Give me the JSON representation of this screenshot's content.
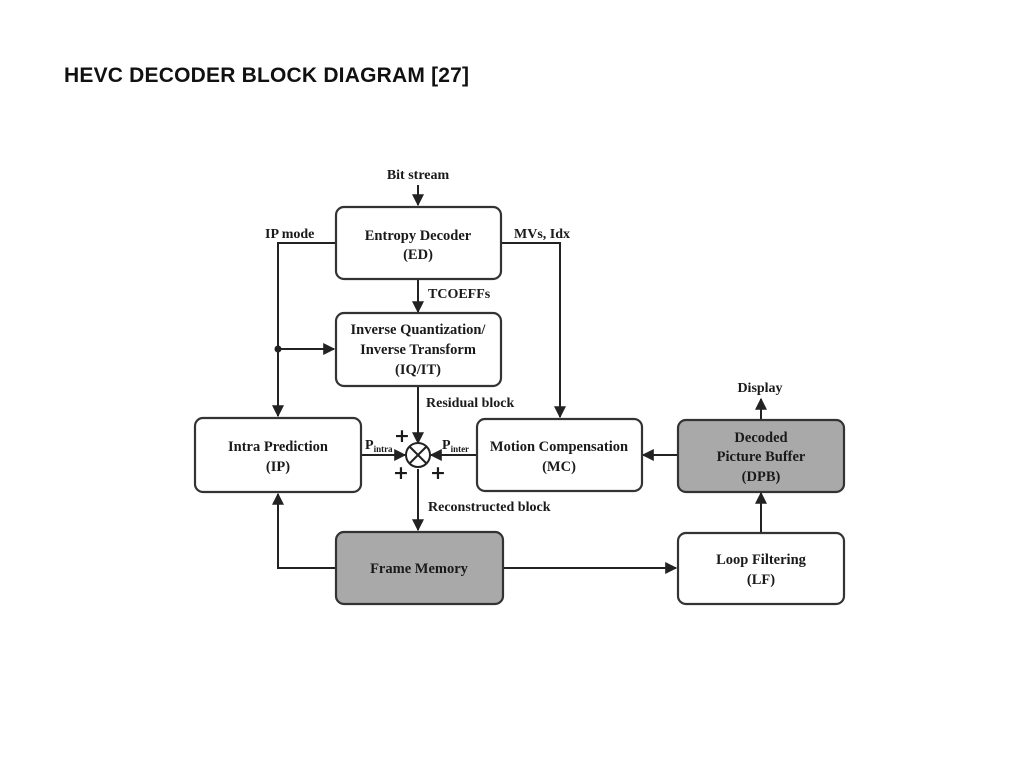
{
  "title": "HEVC DECODER BLOCK DIAGRAM [27]",
  "blocks": {
    "entropy_decoder": {
      "line1": "Entropy Decoder",
      "line2": "(ED)"
    },
    "inverse_qt": {
      "line1": "Inverse Quantization/",
      "line2": "Inverse Transform",
      "line3": "(IQ/IT)"
    },
    "intra_prediction": {
      "line1": "Intra Prediction",
      "line2": "(IP)"
    },
    "motion_compensation": {
      "line1": "Motion Compensation",
      "line2": "(MC)"
    },
    "dpb": {
      "line1": "Decoded",
      "line2": "Picture Buffer",
      "line3": "(DPB)"
    },
    "frame_memory": {
      "line1": "Frame Memory"
    },
    "loop_filtering": {
      "line1": "Loop Filtering",
      "line2": "(LF)"
    }
  },
  "labels": {
    "bitstream": "Bit stream",
    "ip_mode": "IP mode",
    "mvs_idx": "MVs, Idx",
    "tcoeffs": "TCOEFFs",
    "residual_block": "Residual block",
    "p_intra_main": "P",
    "p_intra_sub": "intra",
    "p_inter_main": "P",
    "p_inter_sub": "inter",
    "reconstructed_block": "Reconstructed block",
    "display": "Display"
  },
  "signs": {
    "top": "+",
    "left": "+",
    "right": "+"
  },
  "colors": {
    "shaded_block": "#a9a9a9",
    "plain_block": "#ffffff",
    "lines": "#222222"
  }
}
